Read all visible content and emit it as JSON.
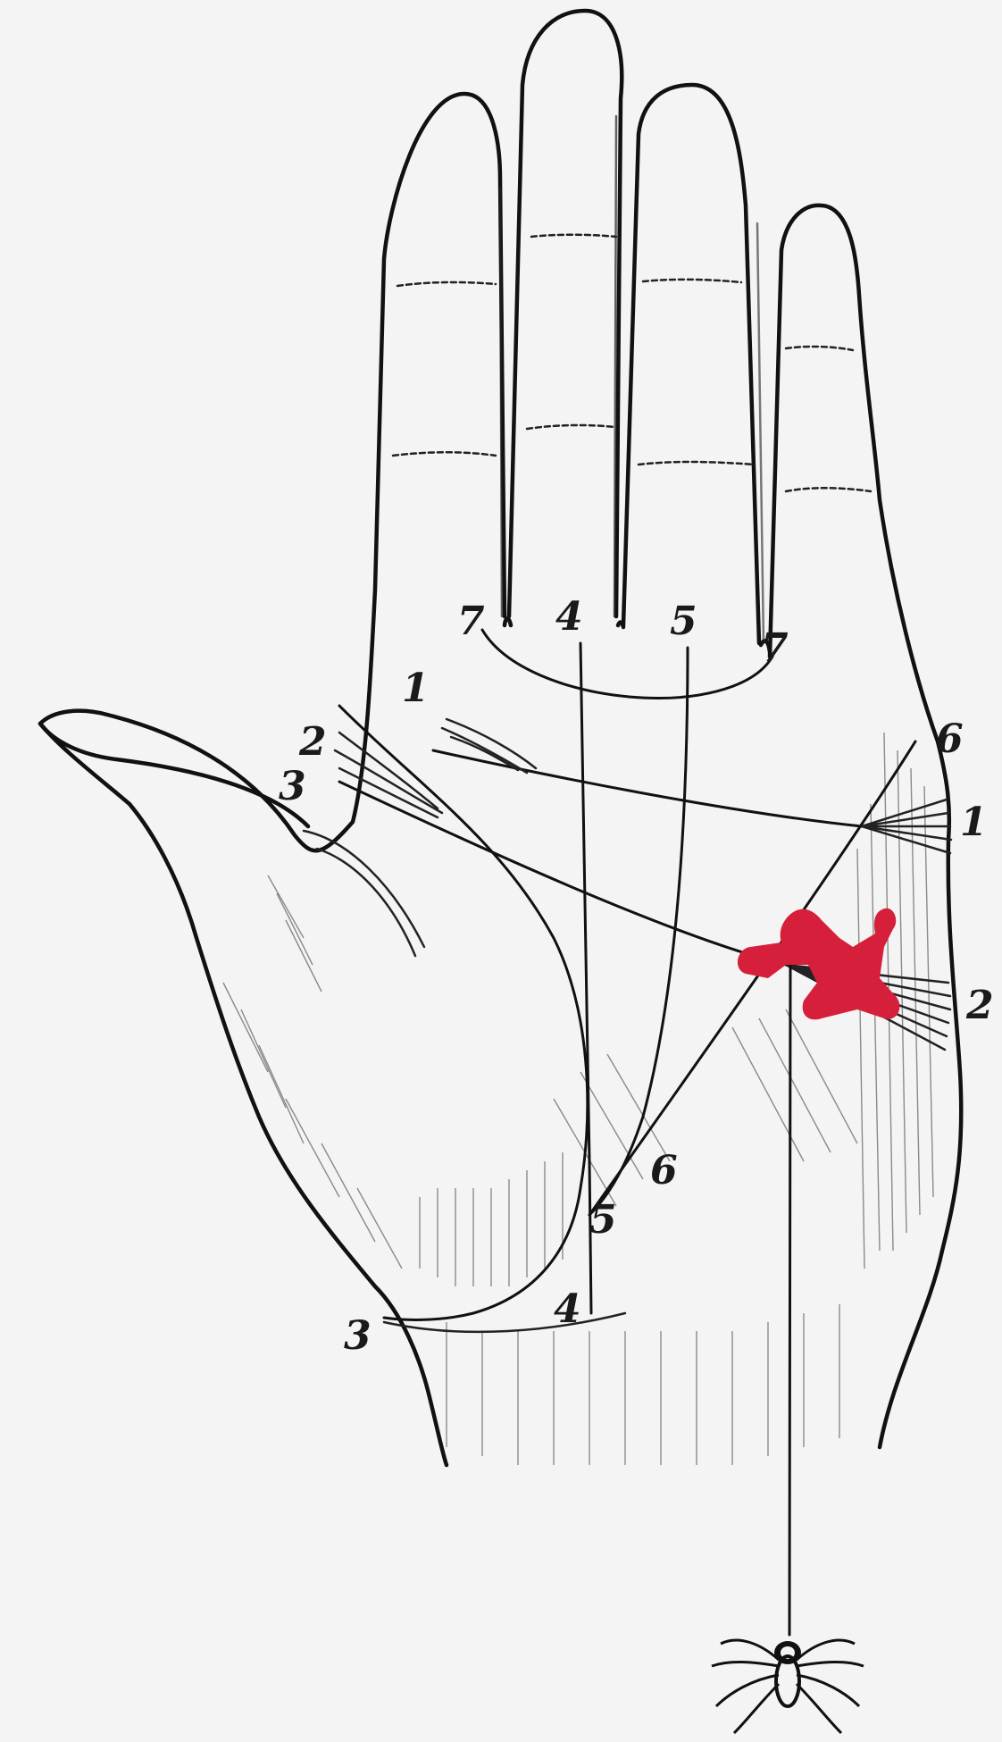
{
  "labels": {
    "left_upper_1": "1",
    "left_2": "2",
    "left_3": "3",
    "left_bottom_3": "3",
    "finger_7_left": "7",
    "finger_4": "4",
    "finger_5": "5",
    "finger_7_right": "7",
    "right_6": "6",
    "right_1": "1",
    "right_2": "2",
    "lower_6": "6",
    "lower_5": "5",
    "lower_4": "4"
  },
  "colors": {
    "ink": "#111111",
    "paper": "#f4f4f4",
    "mark": "#d61f3a"
  }
}
